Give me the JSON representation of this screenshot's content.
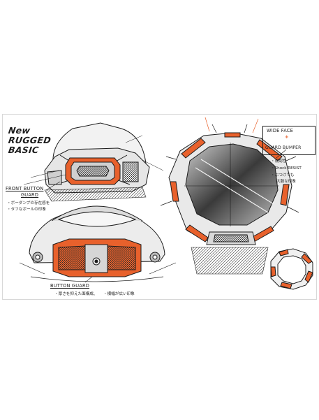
{
  "title": {
    "line1": "New",
    "line2": "RUGGED",
    "line3": "BASIC"
  },
  "labels": {
    "front_button_guard_1": "FRONT BUTTON",
    "front_button_guard_2": "GUARD",
    "front_note_1": "・ボーダンプの存在感を",
    "front_note_2": "・タフなボールの印象",
    "button_guard": "BUTTON GUARD",
    "button_note_1": "・厚さを抑えた面構成、",
    "button_note_2": "・横幅が広い印象",
    "wide_face": "WIDE FACE",
    "plus": "+",
    "guard_bumper": "GUARD BUMPER",
    "feature_1": "・視認性",
    "feature_2": "・Shock RESIST",
    "feature_3": "・ぶつけても",
    "feature_3b": "大胆な印象"
  },
  "colors": {
    "accent": "#e8612c",
    "ink": "#1c1c1c",
    "shade": "#9a9a9a",
    "paper": "#ffffff"
  }
}
